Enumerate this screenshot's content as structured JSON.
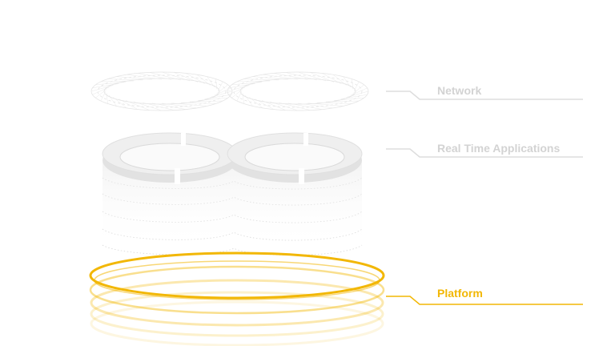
{
  "layers": [
    {
      "id": "network",
      "label": "Network",
      "color": "#d3d3d3",
      "state": "faded"
    },
    {
      "id": "real_time_applications",
      "label": "Real Time Applications",
      "color": "#d3d3d3",
      "state": "faded"
    },
    {
      "id": "platform",
      "label": "Platform",
      "color": "#f2b705",
      "state": "highlighted"
    }
  ],
  "colors": {
    "faded": "#d3d3d3",
    "highlight": "#f2b705",
    "background": "#ffffff"
  }
}
